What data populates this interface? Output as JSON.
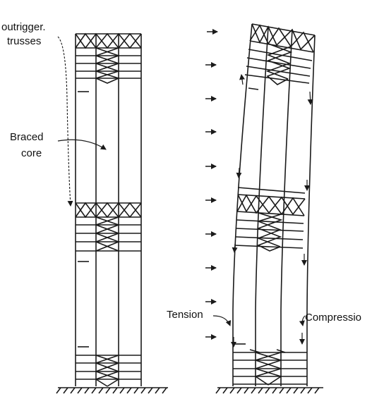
{
  "labels": {
    "outrigger_line1": "outrigger.",
    "outrigger_line2": "trusses",
    "braced_line1": "Braced",
    "braced_line2": "core",
    "tension": "Tension",
    "compression": "Compressio"
  },
  "colors": {
    "ink": "#1a1a1a",
    "background": "#ffffff"
  }
}
